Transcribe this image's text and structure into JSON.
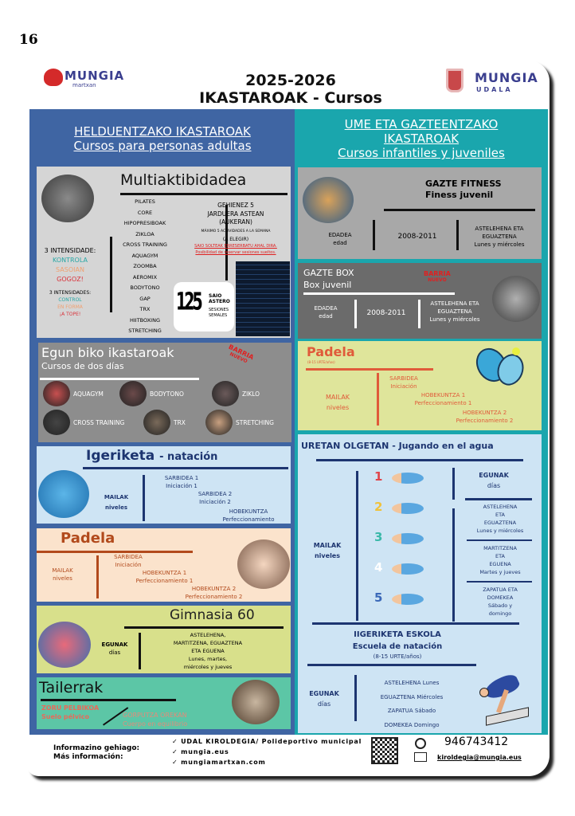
{
  "page_number": "16",
  "header": {
    "title_line1": "2025-2026",
    "title_line2": "IKASTAROAK - Cursos",
    "logo_left": "MUNGIA",
    "logo_left_sub": "martxan",
    "logo_right": "MUNGIA",
    "logo_right_sub": "UDALA"
  },
  "adults": {
    "heading1": "HELDUENTZAKO IKASTAROAK",
    "heading2": "Cursos para personas adultas",
    "multi": {
      "title": "Multiaktibidadea",
      "activities": [
        "PILATES",
        "CORE",
        "HIPOPRESIBOAK",
        "ZIKLOA",
        "CROSS TRAINING",
        "AQUAGYM",
        "ZOOMBA",
        "AEROMIX",
        "BODYTONO",
        "GAP",
        "TRX",
        "HIITBOXING",
        "STRETCHING"
      ],
      "intensity_eu": "3 INTENSIDADE:",
      "levels_eu": [
        "KONTROLA",
        "SASOIAN",
        "GOGOZ!"
      ],
      "intensity_es": "3 INTENSIDADES:",
      "levels_es": [
        "CONTROL",
        "EN FORMA",
        "¡A TOPE!"
      ],
      "max_eu1": "GEHIENEZ 5",
      "max_eu2": "JARDUERA ASTEAN",
      "max_eu3": "(AUKERAN)",
      "max_es": "MÁXIMO 5 ACTIVIDADES A LA SEMANA",
      "max_es2": "(A ELEGIR)",
      "reserve_eu": "SAIO SOLTEAK ERRESERBATU AHAL DIRA.",
      "reserve_es": "Posibilidad de reservar sesiones sueltos.",
      "sessions_num": "125",
      "sessions_eu": "SAIO ASTERO",
      "sessions_es": "SESIONES SEMALES"
    },
    "two_day": {
      "title": "Egun biko ikastaroak",
      "subtitle": "Cursos de dos días",
      "badge1": "BARRIA",
      "badge2": "NUEVO",
      "items": [
        "AQUAGYM",
        "BODYTONO",
        "ZIKLO",
        "CROSS TRAINING",
        "TRX",
        "STRETCHING"
      ]
    },
    "swim": {
      "title": "Igeriketa",
      "title_es": "- natación",
      "levels_label": "MAILAK",
      "levels_label_es": "niveles",
      "levels": [
        "SARBIDEA 1",
        "Iniciación 1",
        "SARBIDEA 2",
        "Iniciación 2",
        "HOBEKUNTZA",
        "Perfeccionamiento"
      ]
    },
    "padel": {
      "title": "Padela",
      "levels_label": "MAILAK",
      "levels_label_es": "niveles",
      "levels": [
        "SARBIDEA",
        "Iniciación",
        "HOBEKUNTZA 1",
        "Perfeccionamiento 1",
        "HOBEKUNTZA 2",
        "Perfeccionamiento 2"
      ]
    },
    "gym60": {
      "title": "Gimnasia 60",
      "days_label": "EGUNAK",
      "days_label_es": "días",
      "days": [
        "ASTELEHENA,",
        "MARTITZENA, EGUAZTENA",
        "ETA EGUENA",
        "Lunes, martes,",
        "miércoles y jueves"
      ]
    },
    "workshops": {
      "title": "Tailerrak",
      "w1": "ZORU PELBIKOA",
      "w1_es": "Suelo pélvico",
      "w2": "GORPUTZA OREKAN",
      "w2_es": "Cuerpo en equilibrio"
    }
  },
  "youth": {
    "heading1": "UME ETA GAZTEENTZAKO",
    "heading2": "IKASTAROAK",
    "heading3": "Cursos infantiles y juveniles",
    "fitness": {
      "title": "GAZTE FITNESS",
      "subtitle": "Finess juvenil",
      "age_label": "EDADEA",
      "age_label_es": "edad",
      "years": "2008-2011",
      "days": "ASTELEHENA ETA",
      "days2": "EGUAZTENA",
      "days_es": "Lunes y miércoles"
    },
    "box": {
      "title": "GAZTE BOX",
      "subtitle": "Box juvenil",
      "badge1": "BARRIA",
      "badge2": "NUEVO",
      "age_label": "EDADEA",
      "age_label_es": "edad",
      "years": "2008-2011",
      "days": "ASTELEHENA ETA",
      "days2": "EGUAZTENA",
      "days_es": "Lunes y miércoles"
    },
    "padel": {
      "title": "Padela",
      "ages": "(8-15 URTE/años)",
      "levels_label": "MAILAK",
      "levels_label_es": "niveles",
      "levels": [
        "SARBIDEA",
        "Iniciación",
        "HOBEKUNTZA 1",
        "Perfeccionamiento 1",
        "HOBEKUNTZA 2",
        "Perfeccionamiento 2"
      ]
    },
    "water": {
      "title": "URETAN OLGETAN - Jugando en el agua",
      "levels_label": "MAILAK",
      "levels_label_es": "niveles",
      "numbers": [
        "1",
        "2",
        "3",
        "4",
        "5"
      ],
      "days_label": "EGUNAK",
      "days_label_es": "días",
      "groups": [
        [
          "ASTELEHENA",
          "ETA",
          "EGUAZTENA",
          "Lunes y miércoles"
        ],
        [
          "MARTITZENA",
          "ETA",
          "EGUENA",
          "Martes y jueves"
        ],
        [
          "ZAPATUA ETA",
          "DOMEKEA",
          "Sábado y",
          "domingo"
        ]
      ]
    },
    "school": {
      "title": "IIGERIKETA ESKOLA",
      "subtitle": "Escuela de natación",
      "ages": "(8-15 URTE/años)",
      "days_label": "EGUNAK",
      "days_label_es": "días",
      "days": [
        "ASTELEHENA Lunes",
        "EGUAZTENA  Miércoles",
        "ZAPATUA Sábado",
        "DOMEKEA Domingo"
      ]
    }
  },
  "footer": {
    "info_eu": "Informazino gehiago:",
    "info_es": "Más información:",
    "links": [
      "UDAL KIROLDEGIA/ Polideportivo municipal",
      "mungia.eus",
      "mungiamartxan.com"
    ],
    "phone": "946743412",
    "email": "kiroldegia@mungia.eus"
  },
  "colors": {
    "adult_blue": "#3f65a3",
    "youth_teal": "#1aa6ad",
    "navy": "#1d3570"
  }
}
